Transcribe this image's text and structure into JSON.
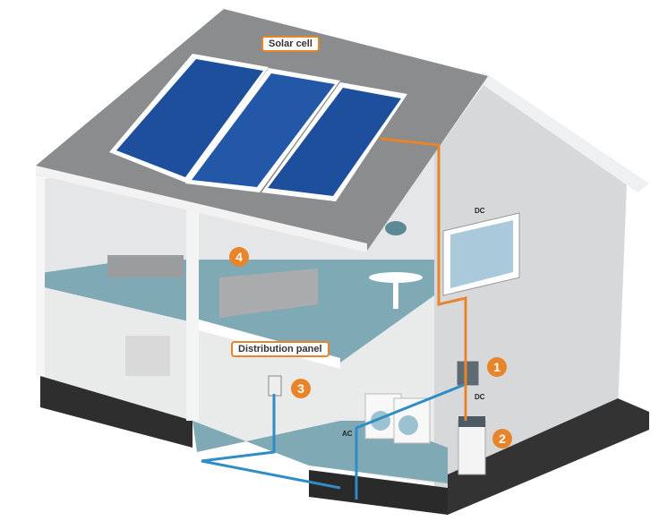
{
  "labels": {
    "solar_cell": "Solar cell",
    "distribution_panel": "Distribution panel",
    "dc_top": "DC",
    "dc_bottom": "DC",
    "ac": "AC"
  },
  "markers": [
    "1",
    "2",
    "3",
    "4"
  ],
  "colors": {
    "dc_wire": "#e8842a",
    "ac_wire": "#2f8cc4",
    "panel": "#1e4f9c",
    "floor": "#7fa9b5"
  }
}
